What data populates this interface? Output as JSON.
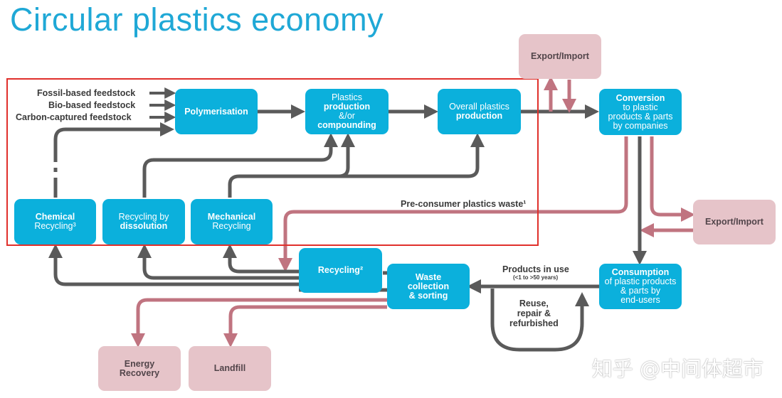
{
  "title": "Circular plastics economy",
  "feedstocks": [
    "Fossil-based feedstock",
    "Bio-based feedstock",
    "Carbon-captured feedstock"
  ],
  "nodes": {
    "polymerisation": "Polymerisation",
    "plastics_production": {
      "l1": "Plastics",
      "l2": "production",
      "l3": "&/or",
      "l4": "compounding"
    },
    "overall_production": {
      "l1": "Overall plastics",
      "l2": "production"
    },
    "conversion": {
      "l1": "Conversion",
      "l2": "to plastic",
      "l3": "products & parts",
      "l4": "by companies"
    },
    "export_import_top": "Export/Import",
    "export_import_right": "Export/Import",
    "chemical_recycling": {
      "l1": "Chemical",
      "l2": "Recycling³"
    },
    "dissolution_recycling": {
      "l1": "Recycling by",
      "l2": "dissolution"
    },
    "mechanical_recycling": {
      "l1": "Mechanical",
      "l2": "Recycling"
    },
    "recycling": "Recycling²",
    "waste_collection": {
      "l1": "Waste",
      "l2": "collection",
      "l3": "& sorting"
    },
    "consumption": {
      "l1": "Consumption",
      "l2": "of plastic products",
      "l3": "& parts by",
      "l4": "end-users"
    },
    "energy_recovery": {
      "l1": "Energy",
      "l2": "Recovery"
    },
    "landfill": "Landfill"
  },
  "labels": {
    "pre_consumer_waste": "Pre-consumer plastics waste¹",
    "products_in_use": "Products in use",
    "products_in_use_note": "(<1 to >50 years)",
    "reuse": {
      "l1": "Reuse,",
      "l2": "repair &",
      "l3": "refurbished"
    }
  },
  "watermark": "知乎 @中间体超市",
  "colors": {
    "blue": "#0bb0dc",
    "pink": "#e6c4c9",
    "gray_arrow": "#5a5a5a",
    "pink_arrow": "#c07480",
    "frame": "#e0302b",
    "title": "#1fa8d6"
  }
}
